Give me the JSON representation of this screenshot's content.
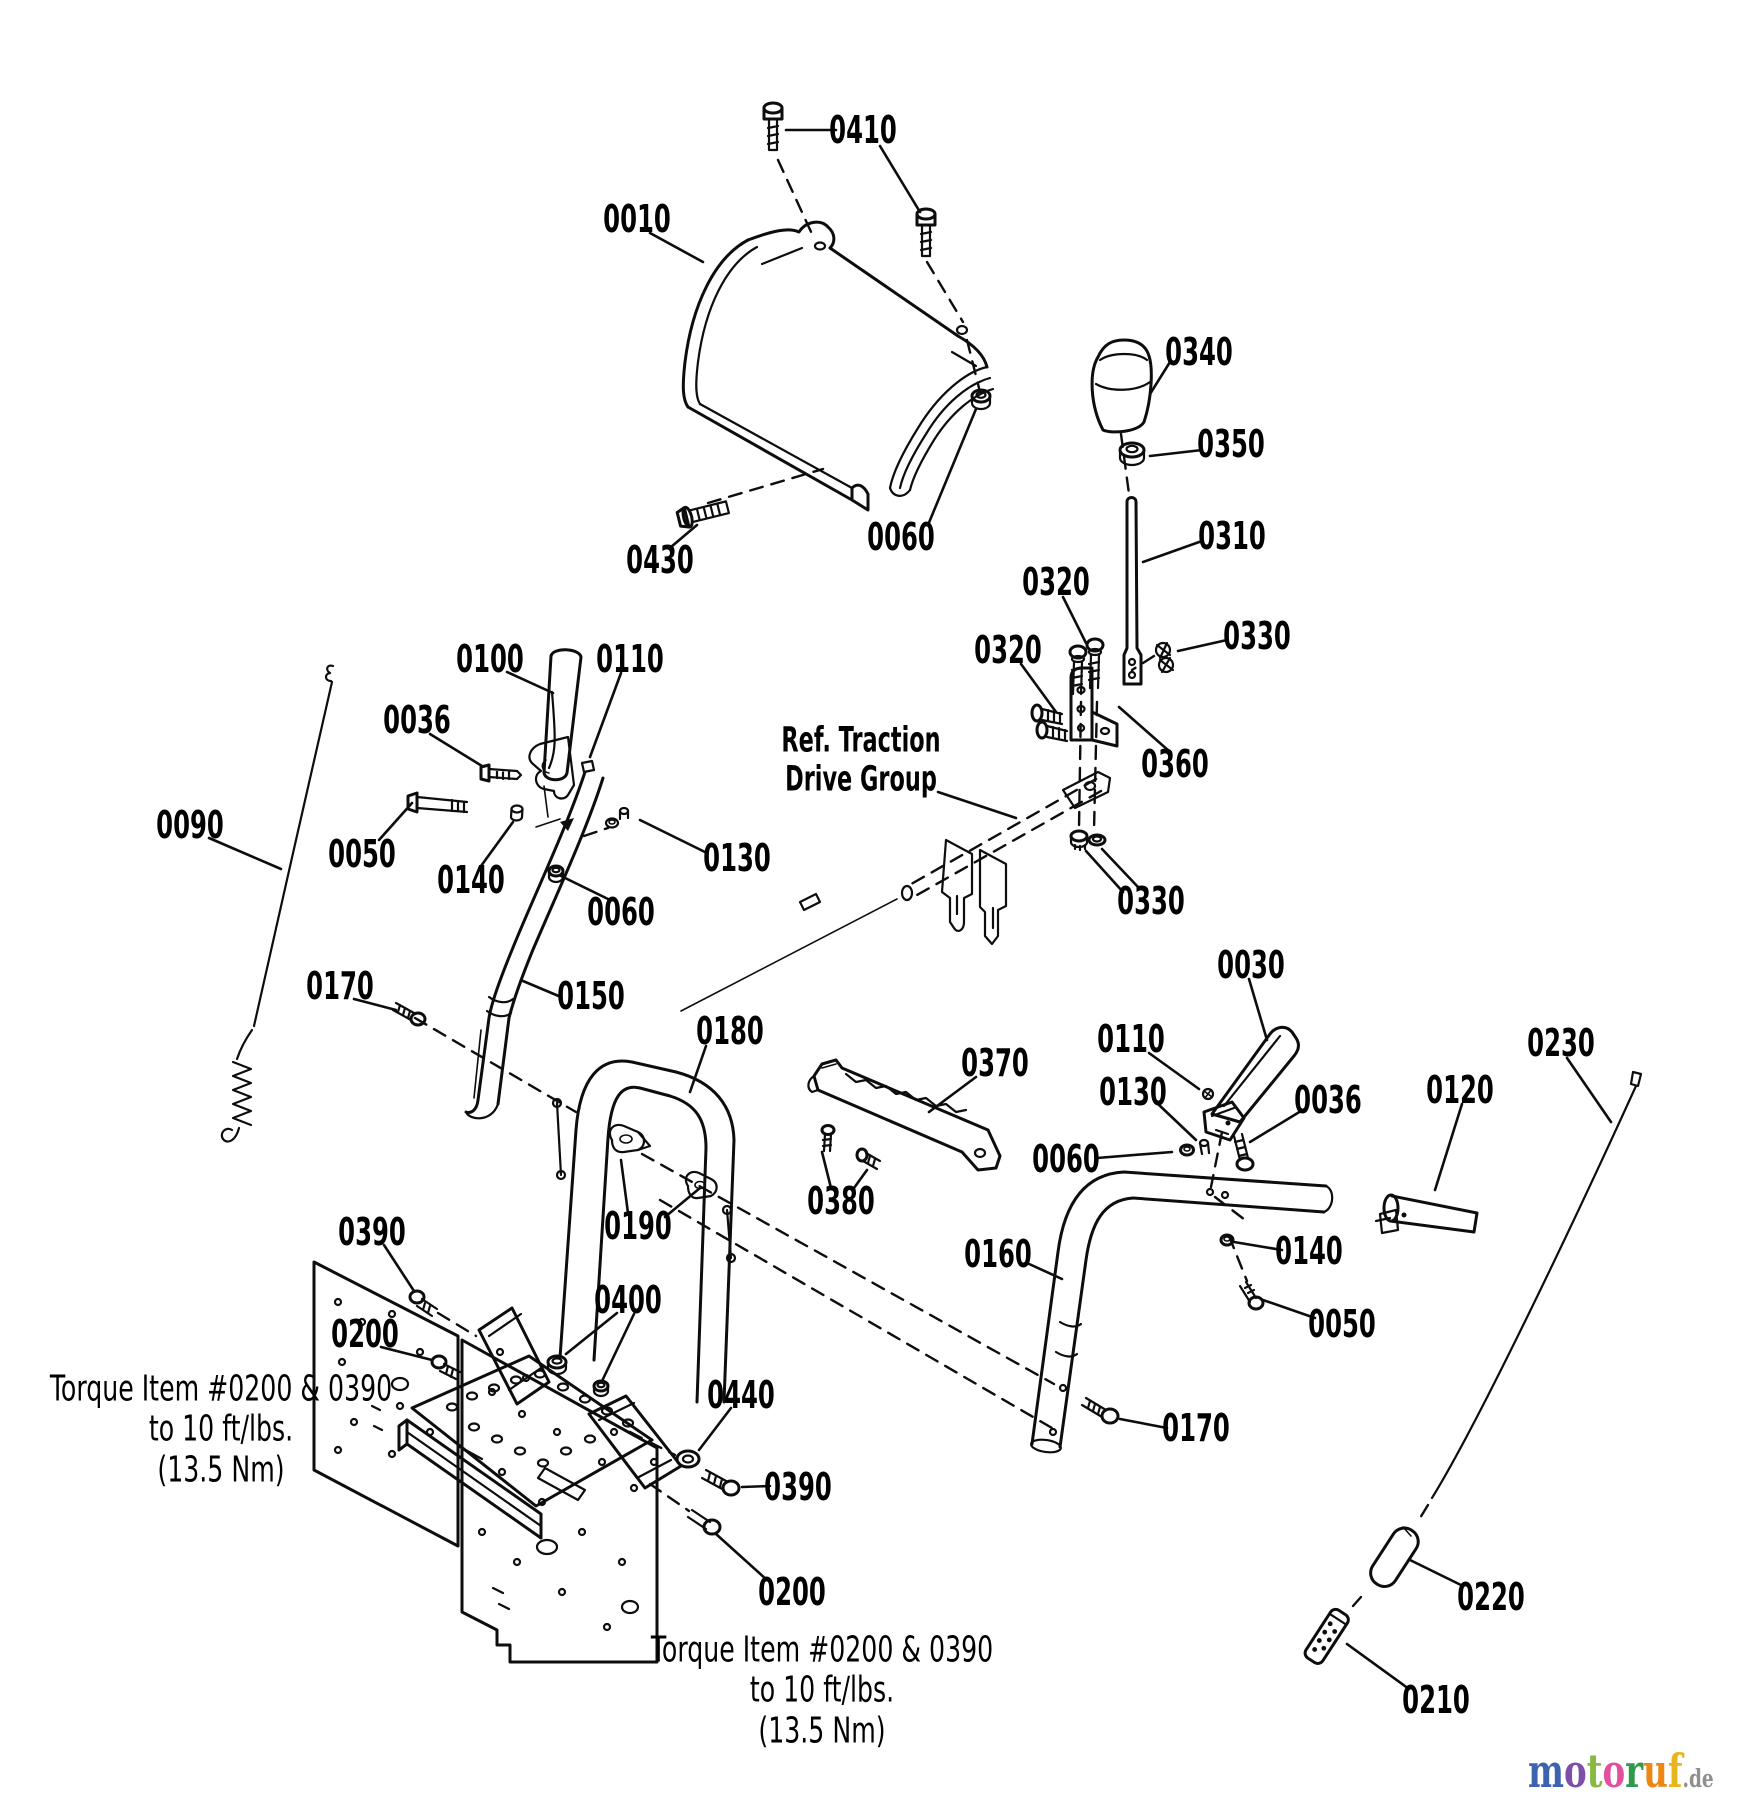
{
  "diagram": {
    "background": "#ffffff",
    "line_color": "#0d0d0d",
    "ref_note": {
      "line1": "Ref. Traction",
      "line2": "Drive Group"
    },
    "torque_note_left": {
      "line1": "Torque Item #0200 & 0390",
      "line2": "to 10 ft/lbs.",
      "line3": "(13.5 Nm)"
    },
    "torque_note_bottom": {
      "line1": "Torque Item #0200 & 0390",
      "line2": "to 10 ft/lbs.",
      "line3": "(13.5 Nm)"
    },
    "callouts": [
      {
        "text": "0410"
      },
      {
        "text": "0010"
      },
      {
        "text": "0340"
      },
      {
        "text": "0350"
      },
      {
        "text": "0310"
      },
      {
        "text": "0320"
      },
      {
        "text": "0330"
      },
      {
        "text": "0430"
      },
      {
        "text": "0060"
      },
      {
        "text": "0320"
      },
      {
        "text": "0360"
      },
      {
        "text": "0100"
      },
      {
        "text": "0110"
      },
      {
        "text": "0036"
      },
      {
        "text": "0090"
      },
      {
        "text": "0050"
      },
      {
        "text": "0130"
      },
      {
        "text": "0140"
      },
      {
        "text": "0060"
      },
      {
        "text": "0330"
      },
      {
        "text": "0030"
      },
      {
        "text": "0230"
      },
      {
        "text": "0370"
      },
      {
        "text": "0110"
      },
      {
        "text": "0130"
      },
      {
        "text": "0036"
      },
      {
        "text": "0120"
      },
      {
        "text": "0060"
      },
      {
        "text": "0170"
      },
      {
        "text": "0150"
      },
      {
        "text": "0180"
      },
      {
        "text": "0380"
      },
      {
        "text": "0190"
      },
      {
        "text": "0160"
      },
      {
        "text": "0140"
      },
      {
        "text": "0390"
      },
      {
        "text": "0400"
      },
      {
        "text": "0200"
      },
      {
        "text": "0050"
      },
      {
        "text": "0440"
      },
      {
        "text": "0170"
      },
      {
        "text": "0390"
      },
      {
        "text": "0200"
      },
      {
        "text": "0220"
      },
      {
        "text": "0210"
      }
    ]
  },
  "watermark": {
    "word": "motoruf",
    "suffix": ".de",
    "letters": [
      {
        "ch": "m",
        "color": "#3e63ae"
      },
      {
        "ch": "o",
        "color": "#7e4fa8"
      },
      {
        "ch": "t",
        "color": "#86bb40"
      },
      {
        "ch": "o",
        "color": "#e24f9f"
      },
      {
        "ch": "r",
        "color": "#2f9a4e"
      },
      {
        "ch": "u",
        "color": "#ee8612"
      },
      {
        "ch": "f",
        "color": "#e7b51c"
      }
    ]
  }
}
